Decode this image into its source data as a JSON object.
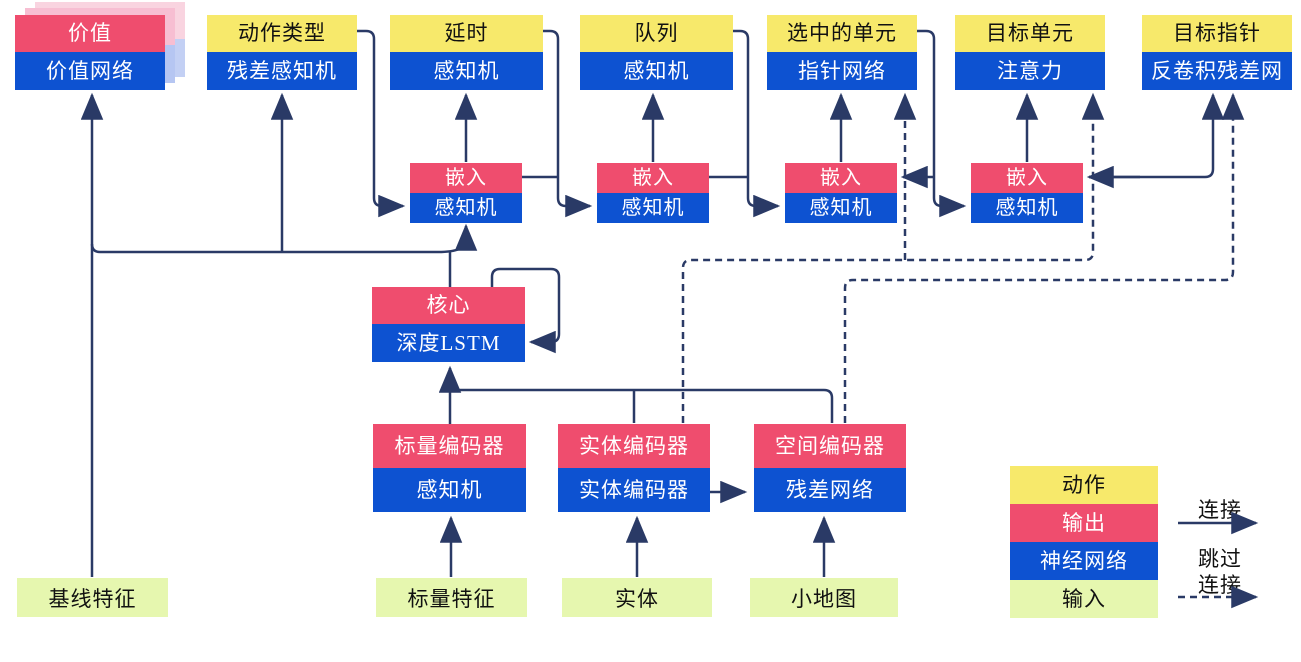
{
  "heads": [
    {
      "action": "价值",
      "network": "价值网络"
    },
    {
      "action": "动作类型",
      "network": "残差感知机"
    },
    {
      "action": "延时",
      "network": "感知机"
    },
    {
      "action": "队列",
      "network": "感知机"
    },
    {
      "action": "选中的单元",
      "network": "指针网络"
    },
    {
      "action": "目标单元",
      "network": "注意力"
    },
    {
      "action": "目标指针",
      "network": "反卷积残差网"
    }
  ],
  "embeds": [
    {
      "top": "嵌入",
      "bottom": "感知机"
    },
    {
      "top": "嵌入",
      "bottom": "感知机"
    },
    {
      "top": "嵌入",
      "bottom": "感知机"
    },
    {
      "top": "嵌入",
      "bottom": "感知机"
    }
  ],
  "core": {
    "top": "核心",
    "bottom": "深度LSTM"
  },
  "encoders": [
    {
      "top": "标量编码器",
      "bottom": "感知机"
    },
    {
      "top": "实体编码器",
      "bottom": "实体编码器"
    },
    {
      "top": "空间编码器",
      "bottom": "残差网络"
    }
  ],
  "inputs": [
    {
      "label": "基线特征"
    },
    {
      "label": "标量特征"
    },
    {
      "label": "实体"
    },
    {
      "label": "小地图"
    }
  ],
  "legend": {
    "items": [
      {
        "label": "动作",
        "type": "action"
      },
      {
        "label": "输出",
        "type": "output"
      },
      {
        "label": "神经网络",
        "type": "network"
      },
      {
        "label": "输入",
        "type": "input"
      }
    ],
    "solid_arrow_label": "连接",
    "dashed_arrow_label_line1": "跳过",
    "dashed_arrow_label_line2": "连接"
  },
  "colors": {
    "action_yellow": "#f7e96b",
    "output_red": "#ef4d6e",
    "network_blue": "#0d52d1",
    "input_green": "#e6f7af",
    "wire_navy": "#2a3a66",
    "ghost_pink": "#f7bed2",
    "ghost_blue": "#b6c6f2"
  }
}
